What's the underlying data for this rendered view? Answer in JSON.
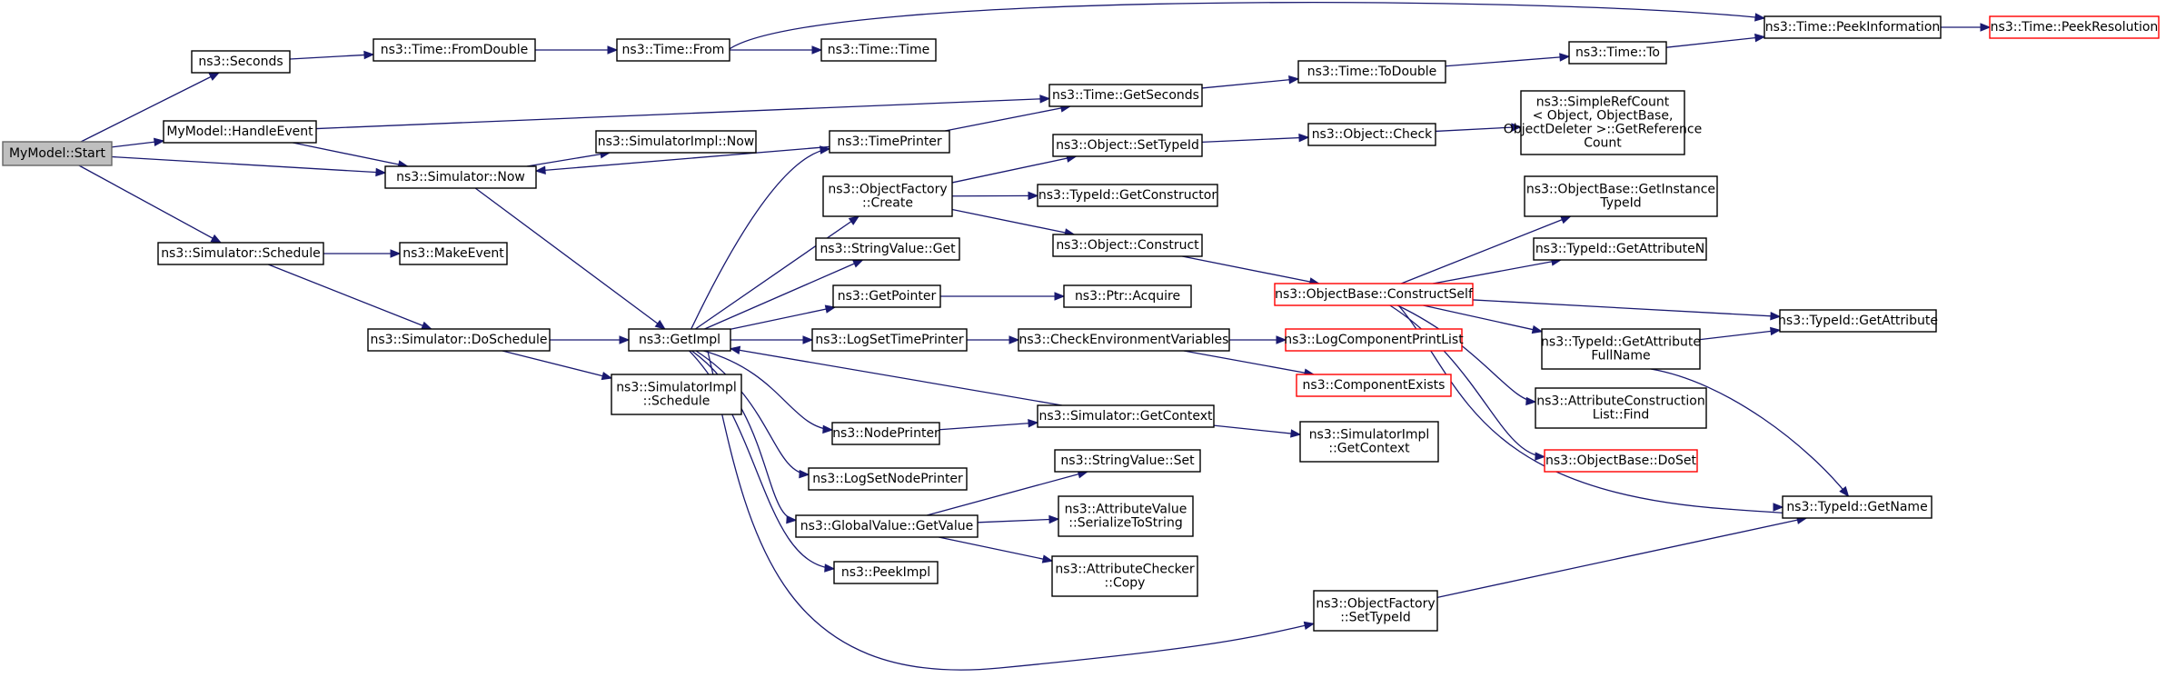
{
  "title": "",
  "colors": {
    "edge": "#191970",
    "root_fill": "#bfbfbf",
    "red_border": "#ff0000"
  },
  "nodes": [
    {
      "id": "start",
      "lines": [
        "MyModel::Start"
      ],
      "style": "root"
    },
    {
      "id": "seconds",
      "lines": [
        "ns3::Seconds"
      ]
    },
    {
      "id": "handleEvent",
      "lines": [
        "MyModel::HandleEvent"
      ]
    },
    {
      "id": "simNow",
      "lines": [
        "ns3::Simulator::Now"
      ]
    },
    {
      "id": "schedule",
      "lines": [
        "ns3::Simulator::Schedule"
      ]
    },
    {
      "id": "makeEvent",
      "lines": [
        "ns3::MakeEvent"
      ]
    },
    {
      "id": "doSchedule",
      "lines": [
        "ns3::Simulator::DoSchedule"
      ]
    },
    {
      "id": "implSchedule",
      "lines": [
        "ns3::SimulatorImpl",
        "::Schedule"
      ]
    },
    {
      "id": "fromDouble",
      "lines": [
        "ns3::Time::FromDouble"
      ]
    },
    {
      "id": "timeFrom",
      "lines": [
        "ns3::Time::From"
      ]
    },
    {
      "id": "timeTime",
      "lines": [
        "ns3::Time::Time"
      ]
    },
    {
      "id": "peekInfo",
      "lines": [
        "ns3::Time::PeekInformation"
      ]
    },
    {
      "id": "peekRes",
      "lines": [
        "ns3::Time::PeekResolution"
      ],
      "style": "red"
    },
    {
      "id": "getSeconds",
      "lines": [
        "ns3::Time::GetSeconds"
      ]
    },
    {
      "id": "toDouble",
      "lines": [
        "ns3::Time::ToDouble"
      ]
    },
    {
      "id": "timeTo",
      "lines": [
        "ns3::Time::To"
      ]
    },
    {
      "id": "implNow",
      "lines": [
        "ns3::SimulatorImpl::Now"
      ]
    },
    {
      "id": "timePrinter",
      "lines": [
        "ns3::TimePrinter"
      ]
    },
    {
      "id": "getImpl",
      "lines": [
        "ns3::GetImpl"
      ]
    },
    {
      "id": "ofCreate",
      "lines": [
        "ns3::ObjectFactory",
        "::Create"
      ]
    },
    {
      "id": "setTypeId",
      "lines": [
        "ns3::Object::SetTypeId"
      ]
    },
    {
      "id": "objCheck",
      "lines": [
        "ns3::Object::Check"
      ]
    },
    {
      "id": "simpleRef",
      "lines": [
        "ns3::SimpleRefCount",
        "< Object, ObjectBase,",
        "ObjectDeleter >::GetReference",
        "Count"
      ]
    },
    {
      "id": "getCtor",
      "lines": [
        "ns3::TypeId::GetConstructor"
      ]
    },
    {
      "id": "objConstruct",
      "lines": [
        "ns3::Object::Construct"
      ]
    },
    {
      "id": "strGet",
      "lines": [
        "ns3::StringValue::Get"
      ]
    },
    {
      "id": "getPointer",
      "lines": [
        "ns3::GetPointer"
      ]
    },
    {
      "id": "ptrAcquire",
      "lines": [
        "ns3::Ptr::Acquire"
      ]
    },
    {
      "id": "constructSelf",
      "lines": [
        "ns3::ObjectBase::ConstructSelf"
      ],
      "style": "red"
    },
    {
      "id": "getInstTid",
      "lines": [
        "ns3::ObjectBase::GetInstance",
        "TypeId"
      ]
    },
    {
      "id": "getAttrN",
      "lines": [
        "ns3::TypeId::GetAttributeN"
      ]
    },
    {
      "id": "getAttrFull",
      "lines": [
        "ns3::TypeId::GetAttribute",
        "FullName"
      ]
    },
    {
      "id": "getAttr",
      "lines": [
        "ns3::TypeId::GetAttribute"
      ]
    },
    {
      "id": "logSetTime",
      "lines": [
        "ns3::LogSetTimePrinter"
      ]
    },
    {
      "id": "checkEnv",
      "lines": [
        "ns3::CheckEnvironmentVariables"
      ]
    },
    {
      "id": "logCompPrint",
      "lines": [
        "ns3::LogComponentPrintList"
      ],
      "style": "red"
    },
    {
      "id": "compExists",
      "lines": [
        "ns3::ComponentExists"
      ],
      "style": "red"
    },
    {
      "id": "acFind",
      "lines": [
        "ns3::AttributeConstruction",
        "List::Find"
      ]
    },
    {
      "id": "doSet",
      "lines": [
        "ns3::ObjectBase::DoSet"
      ],
      "style": "red"
    },
    {
      "id": "nodePrinter",
      "lines": [
        "ns3::NodePrinter"
      ]
    },
    {
      "id": "simGetCtx",
      "lines": [
        "ns3::Simulator::GetContext"
      ]
    },
    {
      "id": "implGetCtx",
      "lines": [
        "ns3::SimulatorImpl",
        "::GetContext"
      ]
    },
    {
      "id": "logSetNode",
      "lines": [
        "ns3::LogSetNodePrinter"
      ]
    },
    {
      "id": "strSet",
      "lines": [
        "ns3::StringValue::Set"
      ]
    },
    {
      "id": "gvGetValue",
      "lines": [
        "ns3::GlobalValue::GetValue"
      ]
    },
    {
      "id": "avSerialize",
      "lines": [
        "ns3::AttributeValue",
        "::SerializeToString"
      ]
    },
    {
      "id": "tidGetName",
      "lines": [
        "ns3::TypeId::GetName"
      ]
    },
    {
      "id": "peekImpl",
      "lines": [
        "ns3::PeekImpl"
      ]
    },
    {
      "id": "acCopy",
      "lines": [
        "ns3::AttributeChecker",
        "::Copy"
      ]
    },
    {
      "id": "ofSetTid",
      "lines": [
        "ns3::ObjectFactory",
        "::SetTypeId"
      ]
    }
  ],
  "edges": [
    [
      "start",
      "seconds"
    ],
    [
      "start",
      "handleEvent"
    ],
    [
      "start",
      "simNow"
    ],
    [
      "start",
      "schedule"
    ],
    [
      "seconds",
      "fromDouble"
    ],
    [
      "fromDouble",
      "timeFrom"
    ],
    [
      "timeFrom",
      "timeTime"
    ],
    [
      "timeFrom",
      "peekInfo"
    ],
    [
      "peekInfo",
      "peekRes"
    ],
    [
      "handleEvent",
      "getSeconds"
    ],
    [
      "handleEvent",
      "simNow"
    ],
    [
      "getSeconds",
      "toDouble"
    ],
    [
      "toDouble",
      "timeTo"
    ],
    [
      "timeTo",
      "peekInfo"
    ],
    [
      "simNow",
      "implNow"
    ],
    [
      "simNow",
      "getImpl"
    ],
    [
      "schedule",
      "makeEvent"
    ],
    [
      "schedule",
      "doSchedule"
    ],
    [
      "doSchedule",
      "getImpl"
    ],
    [
      "doSchedule",
      "implSchedule"
    ],
    [
      "timePrinter",
      "getSeconds"
    ],
    [
      "timePrinter",
      "simNow"
    ],
    [
      "getImpl",
      "timePrinter"
    ],
    [
      "getImpl",
      "ofCreate"
    ],
    [
      "getImpl",
      "strGet"
    ],
    [
      "getImpl",
      "getPointer"
    ],
    [
      "getImpl",
      "logSetTime"
    ],
    [
      "getImpl",
      "nodePrinter"
    ],
    [
      "getImpl",
      "logSetNode"
    ],
    [
      "getImpl",
      "gvGetValue"
    ],
    [
      "getImpl",
      "peekImpl"
    ],
    [
      "getImpl",
      "ofSetTid"
    ],
    [
      "simGetCtx",
      "getImpl"
    ],
    [
      "ofCreate",
      "setTypeId"
    ],
    [
      "ofCreate",
      "getCtor"
    ],
    [
      "ofCreate",
      "objConstruct"
    ],
    [
      "setTypeId",
      "objCheck"
    ],
    [
      "objCheck",
      "simpleRef"
    ],
    [
      "objConstruct",
      "constructSelf"
    ],
    [
      "getPointer",
      "ptrAcquire"
    ],
    [
      "logSetTime",
      "checkEnv"
    ],
    [
      "checkEnv",
      "logCompPrint"
    ],
    [
      "checkEnv",
      "compExists"
    ],
    [
      "constructSelf",
      "getInstTid"
    ],
    [
      "constructSelf",
      "getAttrN"
    ],
    [
      "constructSelf",
      "getAttrFull"
    ],
    [
      "constructSelf",
      "getAttr"
    ],
    [
      "constructSelf",
      "acFind"
    ],
    [
      "constructSelf",
      "doSet"
    ],
    [
      "constructSelf",
      "tidGetName"
    ],
    [
      "getAttrFull",
      "getAttr"
    ],
    [
      "getAttrFull",
      "tidGetName"
    ],
    [
      "nodePrinter",
      "simGetCtx"
    ],
    [
      "simGetCtx",
      "implGetCtx"
    ],
    [
      "gvGetValue",
      "strSet"
    ],
    [
      "gvGetValue",
      "avSerialize"
    ],
    [
      "gvGetValue",
      "acCopy"
    ],
    [
      "ofSetTid",
      "tidGetName"
    ]
  ]
}
